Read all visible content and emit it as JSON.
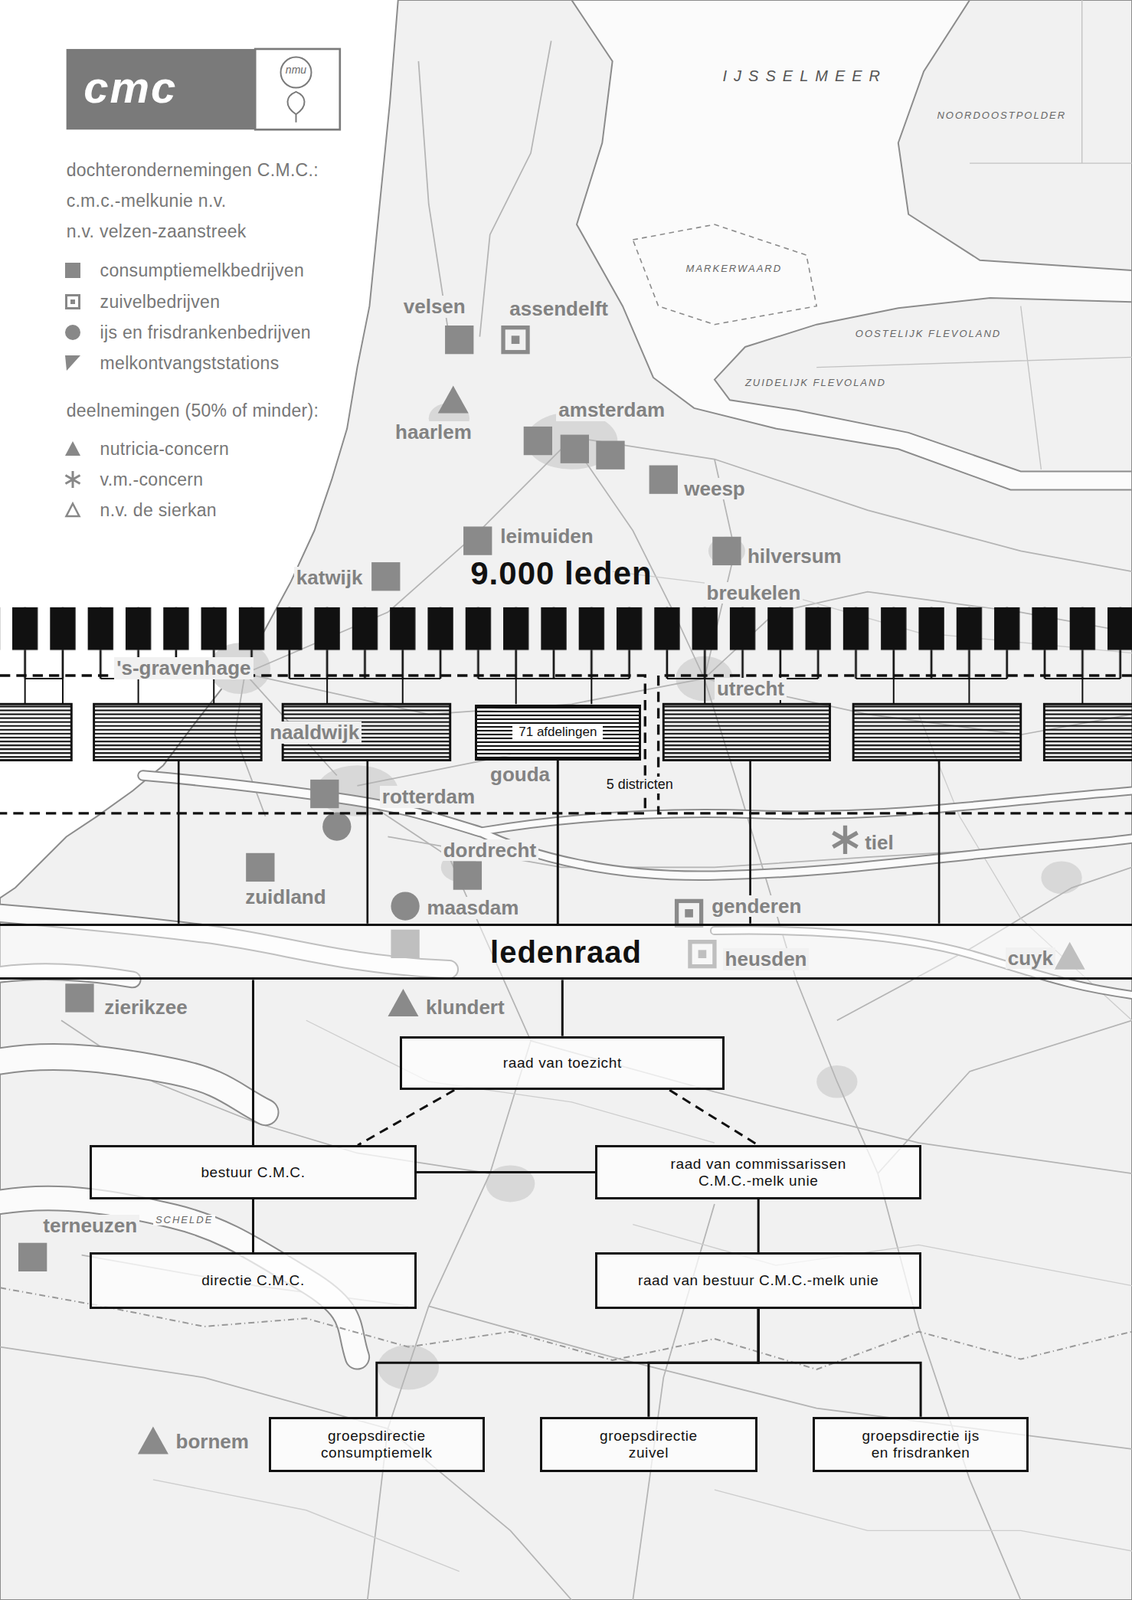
{
  "diagram": {
    "nodes": [
      {
        "text": [
          "71 afdelingen"
        ]
      },
      {
        "text": [
          "ledenraad"
        ]
      },
      {
        "text": [
          "raad van toezicht"
        ]
      },
      {
        "text": [
          "bestuur C.M.C."
        ]
      },
      {
        "text": [
          "raad van commissarissen C.M.C.-melk unie"
        ]
      },
      {
        "text": [
          "directie C.M.C."
        ]
      },
      {
        "text": [
          "raad van bestuur C.M.C.-melk unie"
        ]
      },
      {
        "text": [
          "groepsdirectie consumptiemelk"
        ]
      },
      {
        "text": [
          "groepsdirectie zuivel"
        ]
      },
      {
        "text": [
          "groepsdirectie ijs en frisdranken"
        ]
      }
    ],
    "edges": [
      {
        "from": 0,
        "to": 1,
        "arrow": "none"
      },
      {
        "from": 1,
        "to": 3,
        "arrow": "none"
      },
      {
        "from": 1,
        "to": 2,
        "arrow": "none"
      },
      {
        "from": 2,
        "to": 3,
        "arrow": "none"
      },
      {
        "from": 2,
        "to": 4,
        "arrow": "none"
      },
      {
        "from": 3,
        "to": 4,
        "arrow": "none"
      },
      {
        "from": 3,
        "to": 5,
        "arrow": "none"
      },
      {
        "from": 4,
        "to": 6,
        "arrow": "none"
      },
      {
        "from": 6,
        "to": 7,
        "arrow": "none"
      },
      {
        "from": 6,
        "to": 8,
        "arrow": "none"
      },
      {
        "from": 6,
        "to": 9,
        "arrow": "none"
      }
    ],
    "labels": [
      "cmc",
      "nmu",
      "IJSSELMEER",
      "dochterondernemingen C.M.C.:",
      "c.m.c.-melkunie n.v.",
      "n.v. velzen-zaanstreek",
      "NOORDOOSTPOLDER",
      "MARKERWAARD",
      "velsen",
      "assendelft",
      "OOSTELIJK FLEVOLAND",
      "deelnemingen (50% of minder):",
      "amsterdam",
      "ZUIDELIJK FLEVOLAND",
      "haarlem",
      "weesp",
      "leimuiden",
      "hilversum",
      "9.000 leden",
      "katwijk",
      "breukelen",
      "'s-gravenhage",
      "utrecht",
      "naaldwijk",
      "gouda",
      "rotterdam",
      "5 districten",
      "tiel",
      "dordrecht",
      "zuidland",
      "maasdam",
      "genderen",
      "heusden",
      "cuyk",
      "zierikzee",
      "klundert",
      "SCHELDE",
      "terneuzen",
      "bornem"
    ],
    "legend": [
      {
        "text": "consumptiemelkbedrijven"
      },
      {
        "text": "zuivelbedrijven"
      },
      {
        "text": "ijs en frisdrankenbedrijven"
      },
      {
        "text": "melkontvangststations"
      },
      {
        "text": "nutricia-concern"
      },
      {
        "text": "v.m.-concern"
      },
      {
        "text": "n.v. de sierkan"
      }
    ]
  }
}
